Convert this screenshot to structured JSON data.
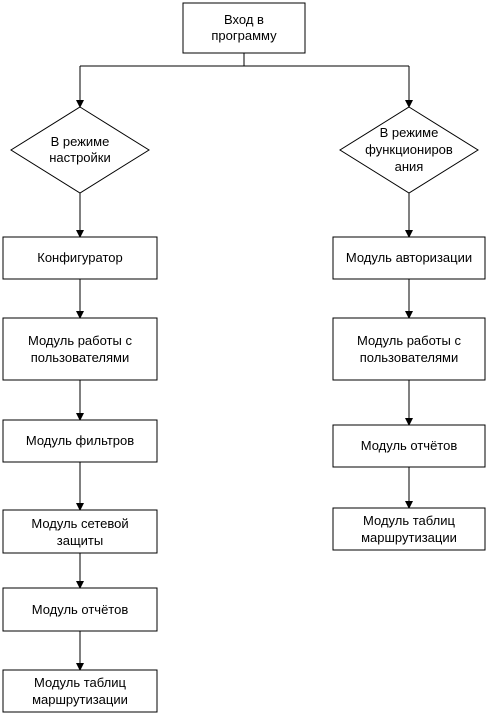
{
  "start": {
    "text": "Вход в\nпрограмму"
  },
  "left_branch": {
    "decision": "В режиме\nнастройки",
    "steps": [
      "Конфигуратор",
      "Модуль работы с\nпользователями",
      "Модуль фильтров",
      "Модуль сетевой\nзащиты",
      "Модуль отчётов",
      "Модуль таблиц\nмаршрутизации"
    ]
  },
  "right_branch": {
    "decision": "В режиме\nфункциониров\nания",
    "steps": [
      "Модуль авторизации",
      "Модуль работы с\nпользователями",
      "Модуль отчётов",
      "Модуль таблиц\nмаршрутизации"
    ]
  },
  "colors": {
    "stroke": "#000000",
    "fill": "#ffffff",
    "text": "#000000"
  }
}
